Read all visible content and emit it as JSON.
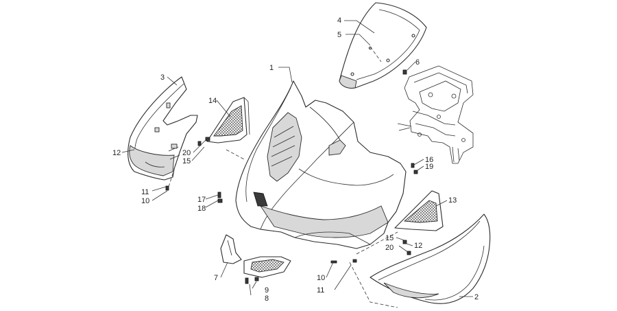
{
  "labels": {
    "l1": "1",
    "l2": "2",
    "l3": "3",
    "l4": "4",
    "l5": "5",
    "l6": "6",
    "l7": "7",
    "l8": "8",
    "l9": "9",
    "l10a": "10",
    "l10b": "10",
    "l11a": "11",
    "l11b": "11",
    "l12a": "12",
    "l12b": "12",
    "l13": "13",
    "l14": "14",
    "l15a": "15",
    "l15b": "15",
    "l16": "16",
    "l17": "17",
    "l18": "18",
    "l19": "19",
    "l20a": "20",
    "l20b": "20"
  }
}
